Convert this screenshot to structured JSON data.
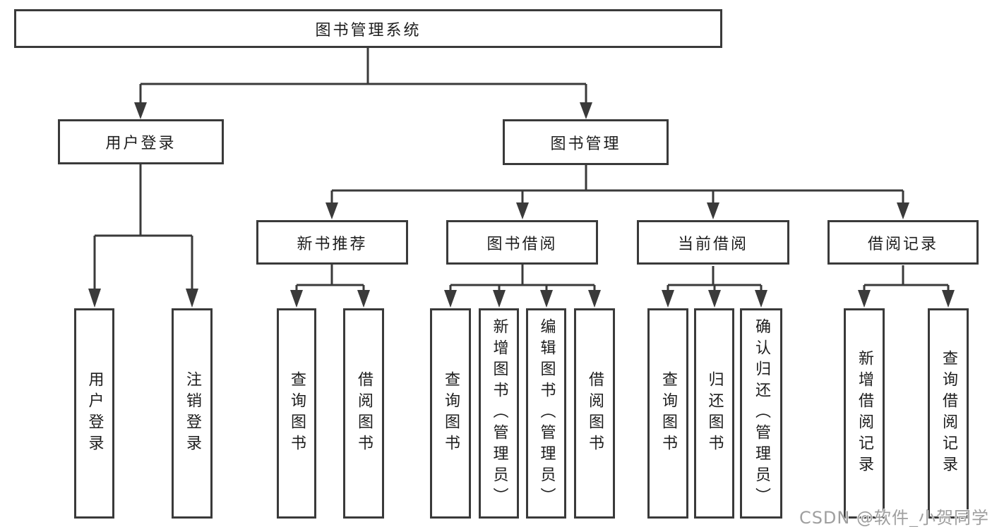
{
  "tree": {
    "label": "图书管理系统",
    "children": [
      {
        "label": "用户登录",
        "children": [
          {
            "label": "用户登录"
          },
          {
            "label": "注销登录"
          }
        ]
      },
      {
        "label": "图书管理",
        "children": [
          {
            "label": "新书推荐",
            "children": [
              {
                "label": "查询图书"
              },
              {
                "label": "借阅图书"
              }
            ]
          },
          {
            "label": "图书借阅",
            "children": [
              {
                "label": "查询图书"
              },
              {
                "label": "新增图书（管理员）"
              },
              {
                "label": "编辑图书（管理员）"
              },
              {
                "label": "借阅图书"
              }
            ]
          },
          {
            "label": "当前借阅",
            "children": [
              {
                "label": "查询图书"
              },
              {
                "label": "归还图书"
              },
              {
                "label": "确认归还（管理员）"
              }
            ]
          },
          {
            "label": "借阅记录",
            "children": [
              {
                "label": "新增借阅记录"
              },
              {
                "label": "查询借阅记录"
              }
            ]
          }
        ]
      }
    ]
  },
  "colors": {
    "line": "#3a3a3a",
    "text": "#1e1e1e",
    "watermark": "#9f9f9f"
  },
  "watermark": "CSDN @软件_小贺同学"
}
